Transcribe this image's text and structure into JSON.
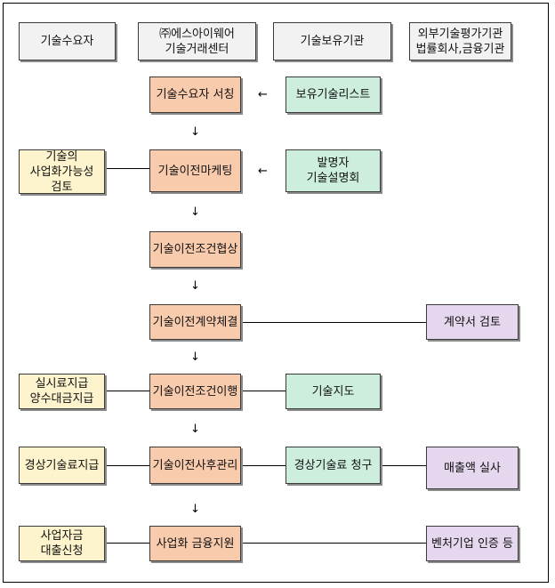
{
  "headers": {
    "demand": "기술수요자",
    "center": "㈜에스아이웨어\n기술거래센터",
    "holder": "기술보유기관",
    "external": "외부기술평가기관\n법률회사,금융기관"
  },
  "flow": {
    "search": "기술수요자 서칭",
    "marketing": "기술이전마케팅",
    "negotiation": "기술이전조건협상",
    "contract": "기술이전계약체결",
    "execution": "기술이전조건이행",
    "management": "기술이전사후관리",
    "finance": "사업화 금융지원"
  },
  "holder_side": {
    "tech_list": "보유기술리스트",
    "briefing": "발명자\n기술설명회",
    "guidance": "기술지도",
    "fee_claim": "경상기술료 청구"
  },
  "demand_side": {
    "feasibility": "기술의\n사업화가능성\n검토",
    "payment": "실시료지급\n양수대금지급",
    "royalty": "경상기술료지급",
    "loan": "사업자금\n대출신청"
  },
  "external_side": {
    "contract_review": "계약서 검토",
    "sales_audit": "매출액 실사",
    "venture_cert": "벤처기업 인증 등"
  },
  "symbols": {
    "left_arrow": "←",
    "down_arrow": "↓"
  }
}
